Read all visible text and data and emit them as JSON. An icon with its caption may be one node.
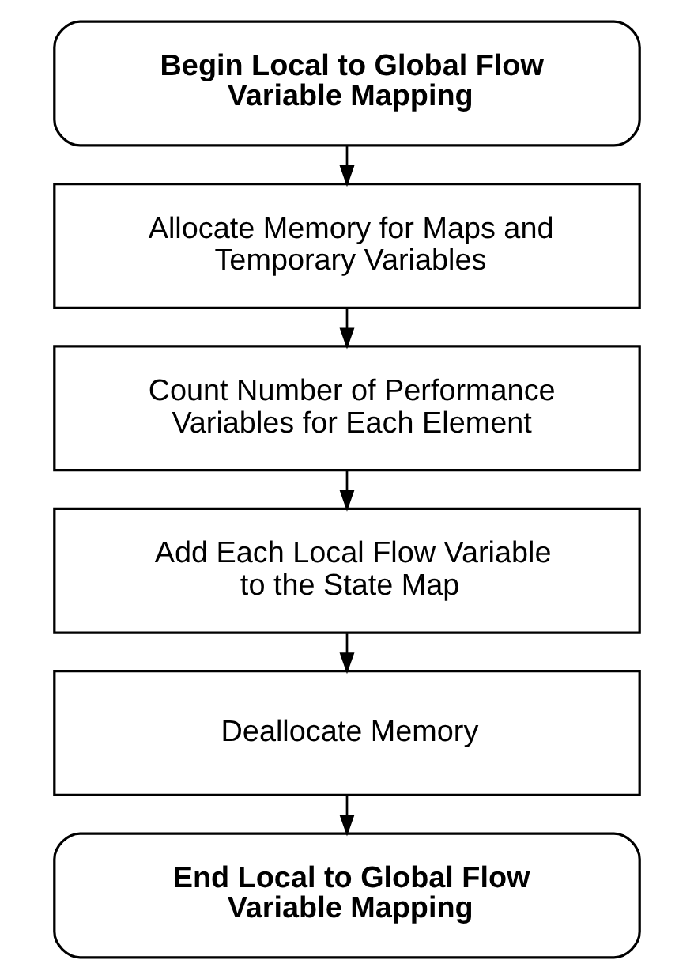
{
  "diagram": {
    "nodes": [
      {
        "text": [
          "Begin Local to Global Flow Variable Mapping"
        ]
      },
      {
        "text": [
          "Allocate Memory for Maps and Temporary Variables"
        ]
      },
      {
        "text": [
          "Count Number of Performance Variables for Each Element"
        ]
      },
      {
        "text": [
          "Add Each Local Flow Variable to the State Map"
        ]
      },
      {
        "text": [
          "Deallocate Memory"
        ]
      },
      {
        "text": [
          "End Local to Global Flow Variable Mapping"
        ]
      }
    ],
    "edges": [
      {
        "from": 0,
        "to": 1,
        "arrow": "to"
      },
      {
        "from": 1,
        "to": 2,
        "arrow": "to"
      },
      {
        "from": 2,
        "to": 3,
        "arrow": "to"
      },
      {
        "from": 3,
        "to": 4,
        "arrow": "to"
      },
      {
        "from": 4,
        "to": 5,
        "arrow": "to"
      }
    ]
  }
}
